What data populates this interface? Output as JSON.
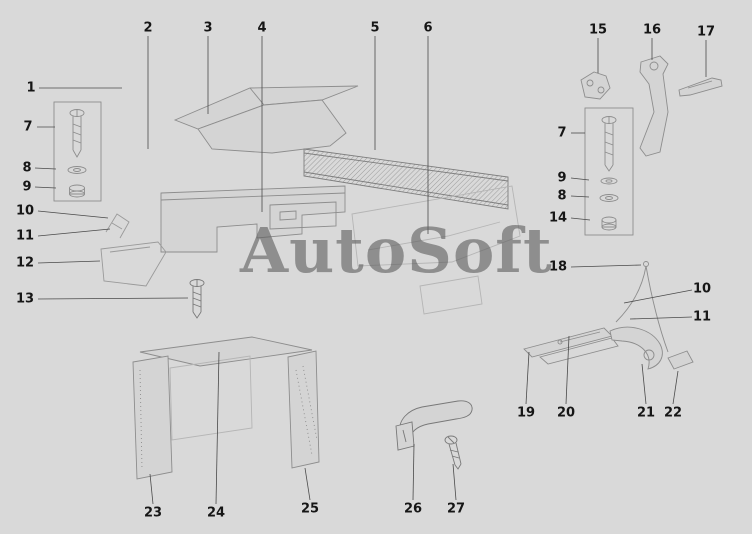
{
  "watermark": {
    "text": "AutoSoft"
  },
  "colors": {
    "background": "#d9d9d9",
    "part_line": "#8d8d8d",
    "leader_line": "#4a4a4a",
    "label_text": "#161616",
    "watermark_text": "#5f5f5f"
  },
  "callouts": [
    {
      "label": "1"
    },
    {
      "label": "2"
    },
    {
      "label": "3"
    },
    {
      "label": "4"
    },
    {
      "label": "5"
    },
    {
      "label": "6"
    },
    {
      "label": "15"
    },
    {
      "label": "16"
    },
    {
      "label": "17"
    },
    {
      "label": "7"
    },
    {
      "label": "8"
    },
    {
      "label": "9"
    },
    {
      "label": "10"
    },
    {
      "label": "11"
    },
    {
      "label": "12"
    },
    {
      "label": "13"
    },
    {
      "label": "7"
    },
    {
      "label": "9"
    },
    {
      "label": "8"
    },
    {
      "label": "14"
    },
    {
      "label": "18"
    },
    {
      "label": "10"
    },
    {
      "label": "11"
    },
    {
      "label": "19"
    },
    {
      "label": "20"
    },
    {
      "label": "21"
    },
    {
      "label": "22"
    },
    {
      "label": "23"
    },
    {
      "label": "24"
    },
    {
      "label": "25"
    },
    {
      "label": "26"
    },
    {
      "label": "27"
    }
  ]
}
